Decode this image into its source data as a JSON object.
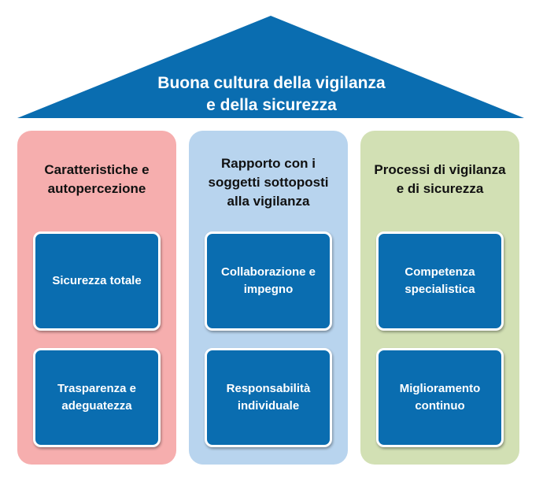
{
  "roof": {
    "line1": "Buona cultura della vigilanza",
    "line2": "e della sicurezza"
  },
  "pillars": [
    {
      "heading": [
        "Caratteristiche  e",
        "autopercezione"
      ],
      "cards": [
        [
          "Sicurezza totale"
        ],
        [
          "Trasparenza e",
          "adeguatezza"
        ]
      ]
    },
    {
      "heading": [
        "Rapporto  con i",
        "soggetti sottoposti",
        "alla vigilanza"
      ],
      "cards": [
        [
          "Collaborazione e",
          "impegno"
        ],
        [
          "Responsabilità",
          "individuale"
        ]
      ]
    },
    {
      "heading": [
        "Processi  di vigilanza",
        "e di sicurezza"
      ],
      "cards": [
        [
          "Competenza",
          "specialistica"
        ],
        [
          "Miglioramento",
          "continuo"
        ]
      ]
    }
  ],
  "colors": {
    "roof": "#0a6db0",
    "pillar_1": "#f6aeae",
    "pillar_2": "#b8d4ee",
    "pillar_3": "#d2e0b4",
    "card": "#0a6db0"
  }
}
